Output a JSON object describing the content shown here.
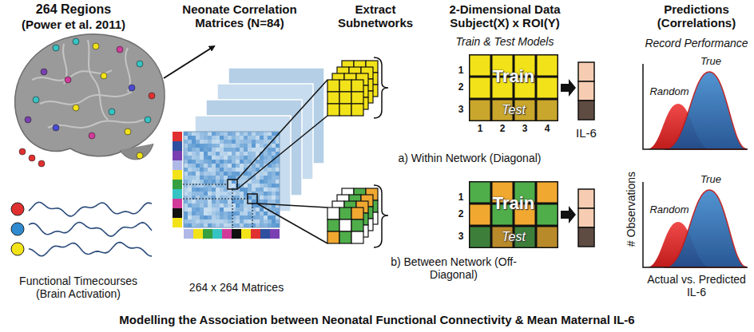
{
  "diagram": {
    "title": "Modelling the Association between Neonatal Functional Connectivity & Mean Maternal IL-6",
    "nodes": [
      {
        "text": [
          "Train",
          "Test"
        ]
      },
      {
        "text": [
          "Train",
          "Test"
        ]
      }
    ],
    "labels": [
      "264 Regions",
      "(Power et al. 2011)",
      "Neonate Correlation Matrices (N=84)",
      "Extract Subnetworks",
      "2-Dimensional Data Subject(X) x ROI(Y)",
      "Train & Test Models",
      "Predictions (Correlations)",
      "Record Performance",
      "Functional Timecourses (Brain Activation)",
      "264 x 264 Matrices",
      "a) Within Network (Diagonal)",
      "b) Between Network (Off-Diagonal)",
      "IL-6",
      "1",
      "2",
      "3",
      "1",
      "2",
      "3",
      "4",
      "1",
      "2",
      "3",
      "Random",
      "True",
      "Random",
      "True",
      "# Observations",
      "Actual vs. Predicted IL-6"
    ]
  }
}
